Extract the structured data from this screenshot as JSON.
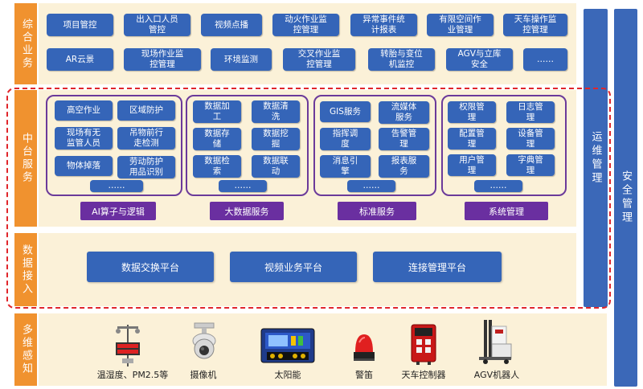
{
  "layers": {
    "top": "综合业务",
    "middle": "中台服务",
    "access": "数据接入",
    "sensing": "多维感知"
  },
  "business": {
    "row1": [
      "项目管控",
      "出入口人员\n管控",
      "视频点播",
      "动火作业监\n控管理",
      "异常事件统\n计报表",
      "有限空间作\n业管理",
      "天车操作监\n控管理"
    ],
    "row2": [
      "AR云景",
      "现场作业监\n控管理",
      "环境监测",
      "交叉作业监\n控管理",
      "转胎与变位\n机监控",
      "AGV与立库\n安全",
      "……"
    ]
  },
  "services": [
    {
      "name": "AI算子与逻辑",
      "items": [
        "高空作业",
        "区域防护",
        "现场有无\n监管人员",
        "吊物前行\n走检测",
        "物体掉落",
        "劳动防护\n用品识别"
      ],
      "more": "……"
    },
    {
      "name": "大数据服务",
      "items": [
        "数据加\n工",
        "数据清\n洗",
        "数据存\n储",
        "数据挖\n掘",
        "数据检\n索",
        "数据联\n动"
      ],
      "more": "……"
    },
    {
      "name": "标准服务",
      "items": [
        "GIS服务",
        "流媒体\n服务",
        "指挥调\n度",
        "告警管\n理",
        "消息引\n擎",
        "报表服\n务"
      ],
      "more": "……"
    },
    {
      "name": "系统管理",
      "items": [
        "权限管\n理",
        "日志管\n理",
        "配置管\n理",
        "设备管\n理",
        "用户管\n理",
        "字典管\n理"
      ],
      "more": "……"
    }
  ],
  "platforms": [
    "数据交换平台",
    "视频业务平台",
    "连接管理平台"
  ],
  "side": {
    "ops": "运维管理",
    "security": "安全管理"
  },
  "devices": [
    {
      "label": "温湿度、PM2.5等",
      "icon": "weather-station-icon"
    },
    {
      "label": "摄像机",
      "icon": "camera-icon"
    },
    {
      "label": "太阳能",
      "icon": "solar-controller-icon"
    },
    {
      "label": "警笛",
      "icon": "siren-icon"
    },
    {
      "label": "天车控制器",
      "icon": "crane-controller-icon"
    },
    {
      "label": "AGV机器人",
      "icon": "agv-robot-icon"
    }
  ],
  "colors": {
    "orange": "#f0922f",
    "blue": "#3565b8",
    "purple": "#6a2fa0",
    "dashed_red": "#e0262b",
    "band": "#fbf1d8"
  }
}
